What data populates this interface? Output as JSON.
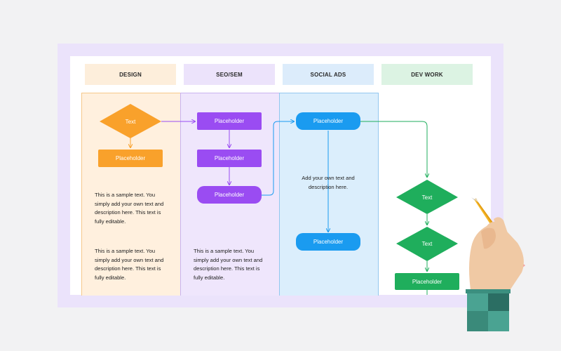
{
  "lanes": [
    {
      "name": "DESIGN",
      "header_color": "#fdeedb",
      "body_color": "#fff0de",
      "border_color": "#f6c889"
    },
    {
      "name": "SEO/SEM",
      "header_color": "#ece3fb",
      "body_color": "#efe6fc",
      "border_color": "#c9b3f0"
    },
    {
      "name": "SOCIAL ADS",
      "header_color": "#dcecfb",
      "body_color": "#dbeefc",
      "border_color": "#93c7ef"
    },
    {
      "name": "DEV WORK",
      "header_color": "#dcf3e3",
      "body_color": "#ffffff",
      "border_color": "#ffffff"
    }
  ],
  "nodes": {
    "design_decision": "Text",
    "design_box": "Placeholder",
    "seo_box1": "Placeholder",
    "seo_box2": "Placeholder",
    "seo_pill": "Placeholder",
    "social_pill1": "Placeholder",
    "social_pill2": "Placeholder",
    "dev_decision1": "Text",
    "dev_decision2": "Text",
    "dev_box": "Placeholder"
  },
  "texts": {
    "design_desc1": "This is a sample text. You simply add your own text and description here. This text is fully editable.",
    "design_desc2": "This is a sample text. You simply add your own text and description here. This text is fully editable.",
    "seo_desc": "This is a sample text. You simply add your own text and description here. This text is fully editable.",
    "social_desc": "Add your own text and description here."
  },
  "colors": {
    "orange": "#f9a12b",
    "purple": "#9a4cf2",
    "blue": "#1a9bf0",
    "green": "#1fae5c"
  },
  "illustration": "hand-holding-pencil"
}
